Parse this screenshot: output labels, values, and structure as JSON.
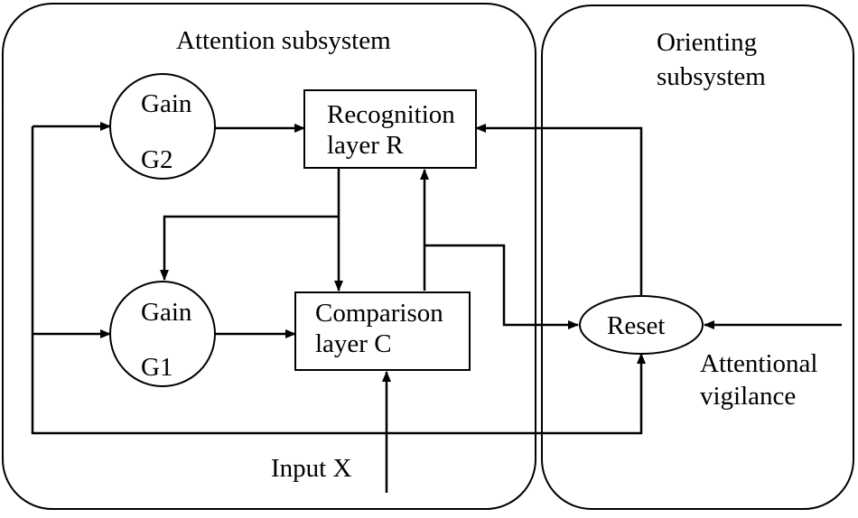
{
  "subsystems": {
    "attention": {
      "title": "Attention subsystem"
    },
    "orienting": {
      "title_line1": "Orienting",
      "title_line2": "subsystem"
    }
  },
  "nodes": {
    "gain_g2": {
      "line1": "Gain",
      "line2": "G2"
    },
    "gain_g1": {
      "line1": "Gain",
      "line2": "G1"
    },
    "recognition": {
      "line1": "Recognition",
      "line2": "layer R"
    },
    "comparison": {
      "line1": "Comparison",
      "line2": "layer C"
    },
    "reset": {
      "label": "Reset"
    }
  },
  "inputs": {
    "input_x": "Input X",
    "vigilance_line1": "Attentional",
    "vigilance_line2": "vigilance"
  }
}
